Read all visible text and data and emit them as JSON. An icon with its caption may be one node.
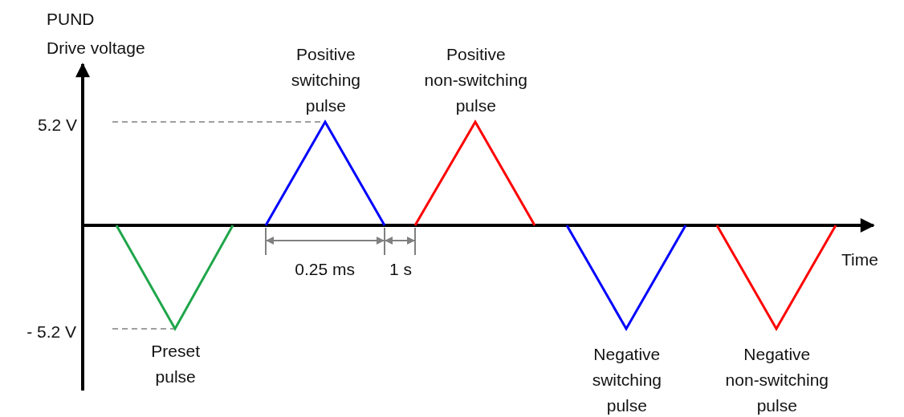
{
  "diagram": {
    "labels": [
      "PUND",
      "Drive voltage",
      "Positive switching pulse",
      "Positive non-switching pulse",
      "5.2 V",
      "0.25 ms",
      "1 s",
      "Time",
      "- 5.2 V",
      "Preset pulse",
      "Negative switching pulse",
      "Negative non-switching pulse"
    ]
  }
}
